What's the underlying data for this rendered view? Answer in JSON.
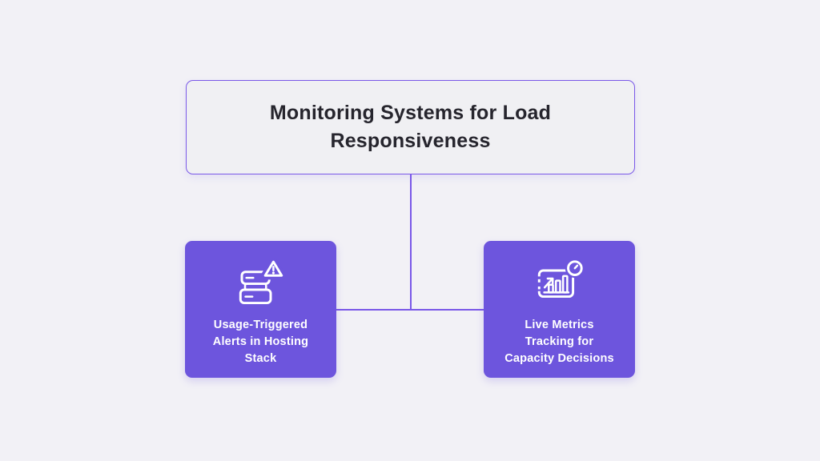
{
  "diagram": {
    "header": {
      "title": "Monitoring Systems for Load Responsiveness",
      "lines": [
        "Monitoring Systems for Load",
        "Responsiveness"
      ]
    },
    "nodes": [
      {
        "id": "usage-triggered-alerts",
        "label": "Usage-Triggered Alerts in Hosting Stack",
        "lines": [
          "Usage-Triggered",
          "Alerts in Hosting",
          "Stack"
        ],
        "icon": "server-alert-icon"
      },
      {
        "id": "live-metrics-tracking",
        "label": "Live Metrics Tracking for Capacity Decisions",
        "lines": [
          "Live Metrics",
          "Tracking for",
          "Capacity Decisions"
        ],
        "icon": "metrics-clock-icon"
      }
    ],
    "colors": {
      "background": "#F2F1F6",
      "header_fill": "#F0F0F3",
      "accent_border": "#7A58E8",
      "node_fill": "#6D55DD",
      "header_text": "#26252D",
      "node_text": "#FFFFFF",
      "connector": "#7A58E8"
    }
  }
}
